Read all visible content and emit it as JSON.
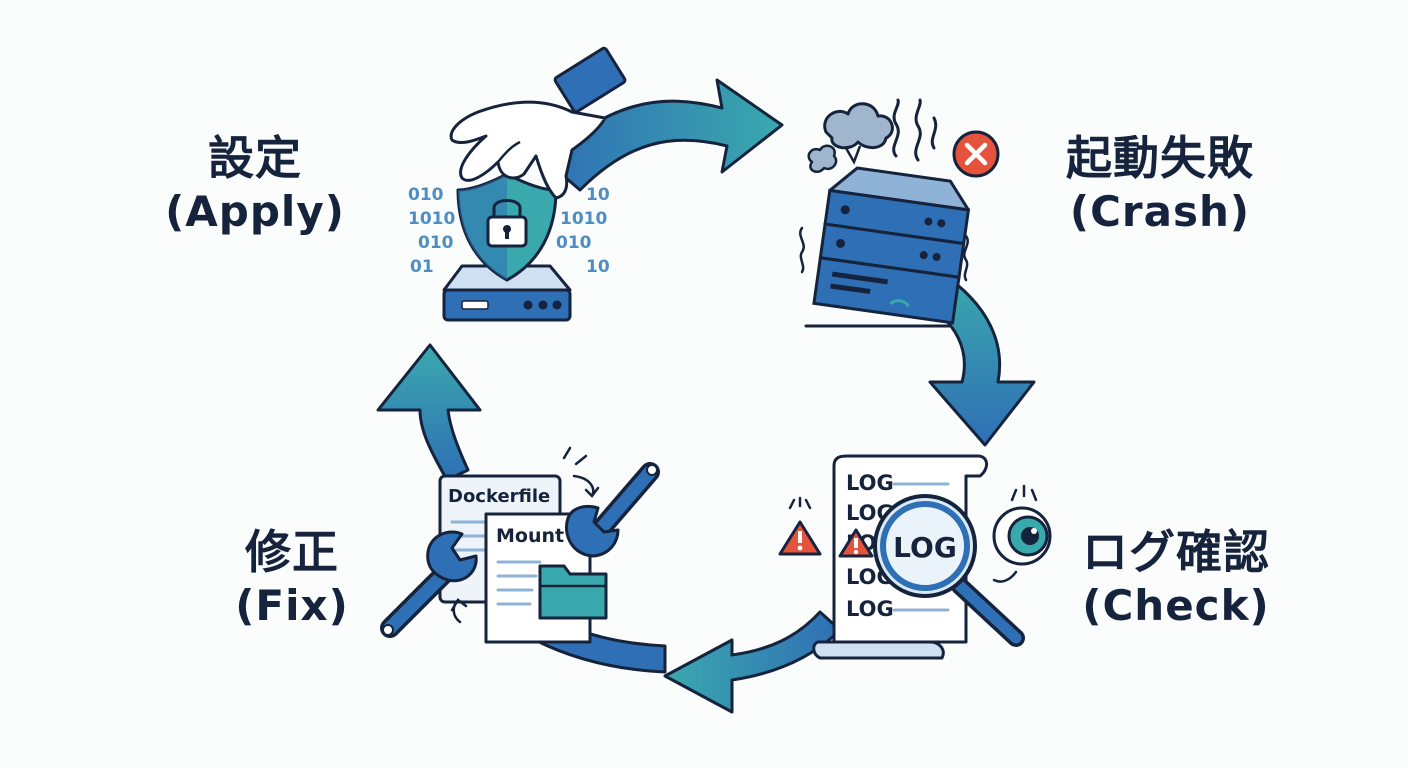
{
  "steps": {
    "apply": {
      "jp": "設定",
      "en": "(Apply)"
    },
    "crash": {
      "jp": "起動失敗",
      "en": "(Crash)"
    },
    "check": {
      "jp": "ログ確認",
      "en": "(Check)"
    },
    "fix": {
      "jp": "修正",
      "en": "(Fix)"
    }
  },
  "icons": {
    "binary_left": [
      "010",
      "1010",
      "010",
      "01"
    ],
    "binary_right": [
      "10",
      "1010",
      "010",
      "10"
    ],
    "log_lines": [
      "LOG",
      "LOG",
      "LOG",
      "LOG",
      "LOG"
    ],
    "magnifier_text": "LOG",
    "dockerfile_label": "Dockerfile",
    "mount_label": "Mount"
  },
  "colors": {
    "navy": "#16233d",
    "blue": "#2f6fb5",
    "teal": "#3aa9ae",
    "paper": "#eef4fa",
    "error_red": "#e5533d",
    "warning_red": "#e5533d"
  }
}
